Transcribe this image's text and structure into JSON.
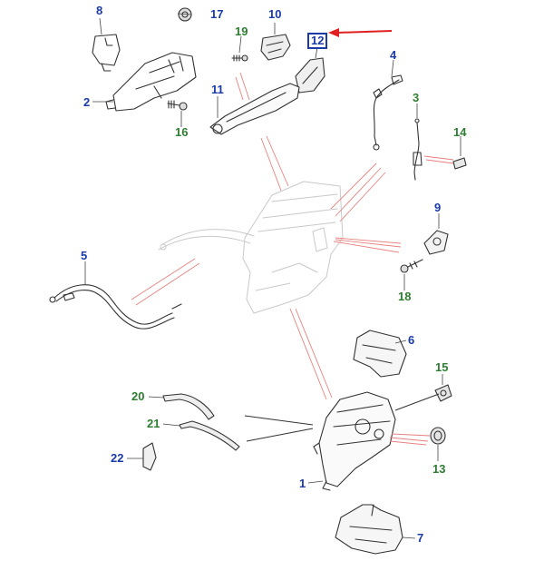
{
  "diagram": {
    "highlight_color": "#e02020",
    "number_blue": "#1a3aa8",
    "number_green": "#2e7d32",
    "highlighted_part": "12",
    "parts": [
      {
        "id": "p8",
        "label": "8",
        "color": "blue"
      },
      {
        "id": "p17",
        "label": "17",
        "color": "blue"
      },
      {
        "id": "p10",
        "label": "10",
        "color": "blue"
      },
      {
        "id": "p19",
        "label": "19",
        "color": "green"
      },
      {
        "id": "p12",
        "label": "12",
        "color": "blue"
      },
      {
        "id": "p4",
        "label": "4",
        "color": "blue"
      },
      {
        "id": "p2",
        "label": "2",
        "color": "blue"
      },
      {
        "id": "p11",
        "label": "11",
        "color": "blue"
      },
      {
        "id": "p3",
        "label": "3",
        "color": "green"
      },
      {
        "id": "p16",
        "label": "16",
        "color": "green"
      },
      {
        "id": "p14",
        "label": "14",
        "color": "green"
      },
      {
        "id": "p9",
        "label": "9",
        "color": "blue"
      },
      {
        "id": "p5",
        "label": "5",
        "color": "blue"
      },
      {
        "id": "p18",
        "label": "18",
        "color": "green"
      },
      {
        "id": "p6",
        "label": "6",
        "color": "blue"
      },
      {
        "id": "p15",
        "label": "15",
        "color": "green"
      },
      {
        "id": "p20",
        "label": "20",
        "color": "green"
      },
      {
        "id": "p21",
        "label": "21",
        "color": "green"
      },
      {
        "id": "p22",
        "label": "22",
        "color": "blue"
      },
      {
        "id": "p13",
        "label": "13",
        "color": "green"
      },
      {
        "id": "p1",
        "label": "1",
        "color": "blue"
      },
      {
        "id": "p7",
        "label": "7",
        "color": "blue"
      }
    ]
  }
}
